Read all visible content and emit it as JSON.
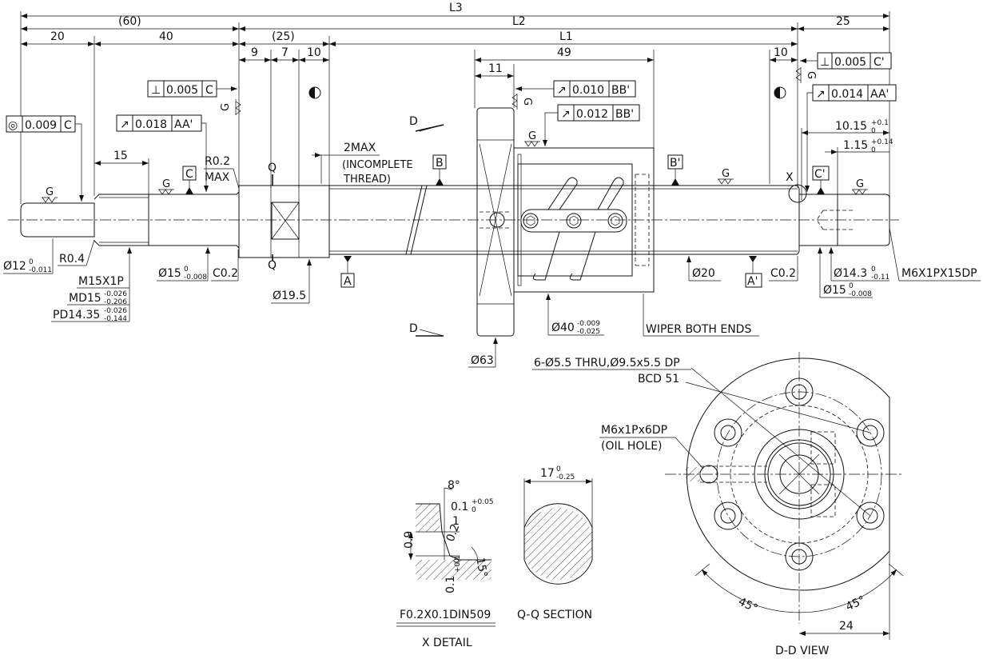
{
  "dims": {
    "L3": "L3",
    "L2": "L2",
    "L1": "L1",
    "d60": "(60)",
    "d20": "20",
    "d40": "40",
    "d25p": "(25)",
    "d25": "25",
    "d9": "9",
    "d7": "7",
    "d10a": "10",
    "d10b": "10",
    "d11": "11",
    "d49": "49",
    "d15": "15",
    "d10_15": "10.15",
    "d10_15_tol_up": "+0.1",
    "d10_15_tol_dn": "0",
    "d1_15": "1.15",
    "d1_15_tol_up": "+0.14",
    "d1_15_tol_dn": "0"
  },
  "tolerance_frames": {
    "concentric": {
      "symbol": "◎",
      "value": "0.009",
      "datum": "C"
    },
    "perp_c": {
      "symbol": "⊥",
      "value": "0.005",
      "datum": "C"
    },
    "runout_aa": {
      "symbol": "↗",
      "value": "0.018",
      "datum": "AA'"
    },
    "runout_bb1": {
      "symbol": "↗",
      "value": "0.010",
      "datum": "BB'"
    },
    "runout_bb2": {
      "symbol": "↗",
      "value": "0.012",
      "datum": "BB'"
    },
    "perp_c2": {
      "symbol": "⊥",
      "value": "0.005",
      "datum": "C'"
    },
    "runout_aa2": {
      "symbol": "↗",
      "value": "0.014",
      "datum": "AA'"
    }
  },
  "datums": {
    "A": "A",
    "A2": "A'",
    "B": "B",
    "B2": "B'",
    "C": "C",
    "C2": "C'"
  },
  "labels": {
    "g": "G",
    "r02": "R0.2",
    "max": "MAX",
    "q": "Q",
    "d": "D",
    "max2": "2MAX",
    "incomplete1": "(INCOMPLETE",
    "incomplete2": "THREAD)",
    "x": "X",
    "dia12": "Ø12",
    "dia12_up": "0",
    "dia12_dn": "-0.011",
    "r04": "R0.4",
    "m15": "M15X1P",
    "md15": "MD15",
    "md15_up": "-0.026",
    "md15_dn": "-0.206",
    "pd": "PD14.35",
    "pd_up": "-0.026",
    "pd_dn": "-0.144",
    "dia15": "Ø15",
    "dia15_up": "0",
    "dia15_dn": "-0.008",
    "c02": "C0.2",
    "dia19": "Ø19.5",
    "dia20": "Ø20",
    "c02b": "C0.2",
    "dia40": "Ø40",
    "dia40_up": "-0.009",
    "dia40_dn": "-0.025",
    "wiper": "WIPER BOTH ENDS",
    "dia63": "Ø63",
    "dia14_3": "Ø14.3",
    "dia14_3_up": "0",
    "dia14_3_dn": "-0.11",
    "dia15b": "Ø15",
    "dia15b_up": "0",
    "dia15b_dn": "-0.008",
    "m6": "M6X1PX15DP"
  },
  "detail_x": {
    "a8": "8°",
    "v01": "0.1",
    "v01_up": "+0.05",
    "v01_dn": "0",
    "v1": "1",
    "v02": "0.2",
    "a15": "15°",
    "v09": "0.9",
    "v01b": "0.1",
    "v01b_up": "+0.1",
    "v01b_dn": "0",
    "spec": "F0.2X0.1DIN509",
    "title": "X DETAIL"
  },
  "section_q": {
    "w": "17",
    "w_up": "0",
    "w_dn": "-0.25",
    "title": "Q-Q SECTION"
  },
  "view_d": {
    "holes": "6-Ø5.5 THRU,Ø9.5x5.5 DP",
    "bcd": "BCD 51",
    "oil1": "M6x1Px6DP",
    "oil2": "(OIL HOLE)",
    "a45a": "45°",
    "a45b": "45°",
    "d24": "24",
    "title": "D-D VIEW"
  }
}
